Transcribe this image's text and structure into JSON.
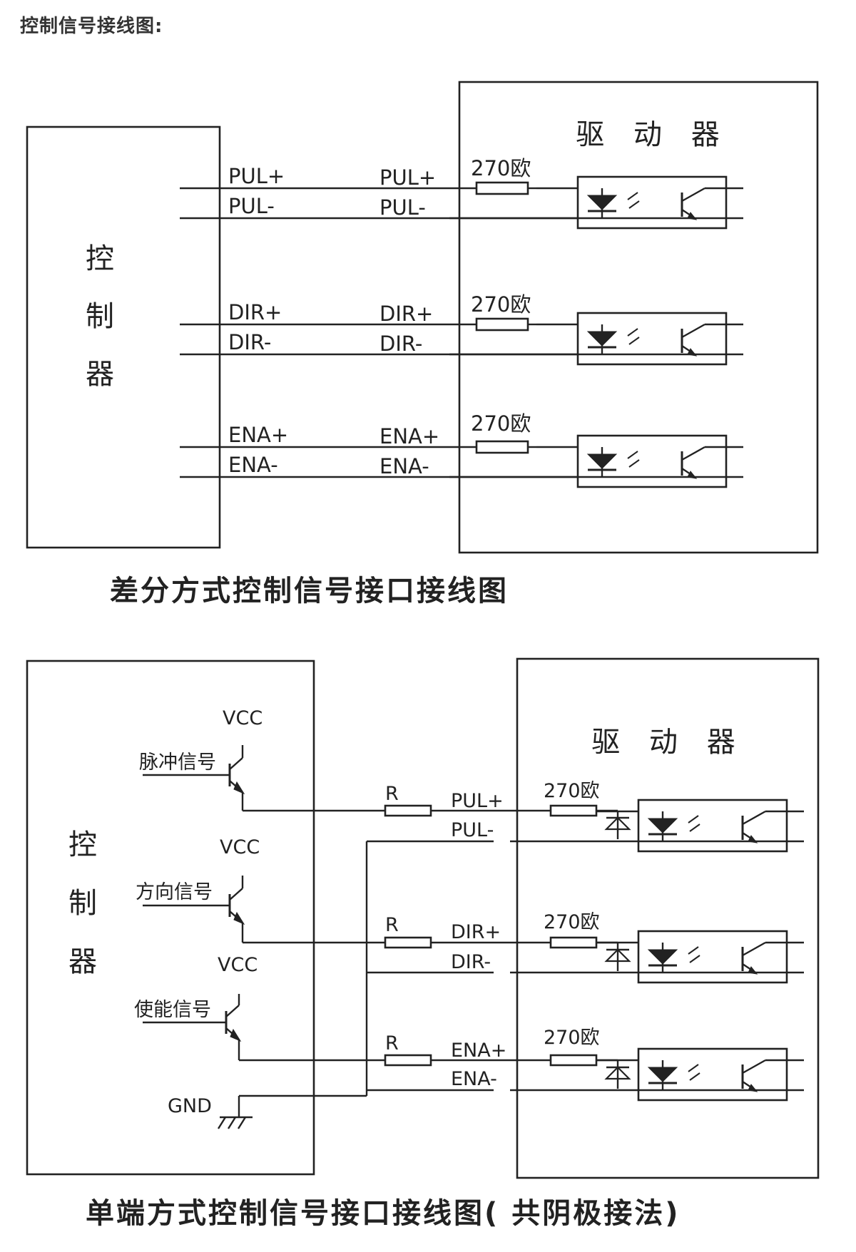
{
  "page_heading": "控制信号接线图:",
  "differential": {
    "controller_label": [
      "控",
      "制",
      "器"
    ],
    "driver_label": "驱 动 器",
    "channels": [
      {
        "controller_pos": "PUL+",
        "controller_neg": "PUL-",
        "driver_pos": "PUL+",
        "driver_neg": "PUL-",
        "resistor": "270欧"
      },
      {
        "controller_pos": "DIR+",
        "controller_neg": "DIR-",
        "driver_pos": "DIR+",
        "driver_neg": "DIR-",
        "resistor": "270欧"
      },
      {
        "controller_pos": "ENA+",
        "controller_neg": "ENA-",
        "driver_pos": "ENA+",
        "driver_neg": "ENA-",
        "resistor": "270欧"
      }
    ],
    "caption": "差分方式控制信号接口接线图"
  },
  "single_ended": {
    "controller_label": [
      "控",
      "制",
      "器"
    ],
    "driver_label": "驱 动 器",
    "gnd_label": "GND",
    "channels": [
      {
        "signal": "脉冲信号",
        "vcc": "VCC",
        "series_resistor": "R",
        "driver_pos": "PUL+",
        "driver_neg": "PUL-",
        "resistor": "270欧"
      },
      {
        "signal": "方向信号",
        "vcc": "VCC",
        "series_resistor": "R",
        "driver_pos": "DIR+",
        "driver_neg": "DIR-",
        "resistor": "270欧"
      },
      {
        "signal": "使能信号",
        "vcc": "VCC",
        "series_resistor": "R",
        "driver_pos": "ENA+",
        "driver_neg": "ENA-",
        "resistor": "270欧"
      }
    ],
    "caption": "单端方式控制信号接口接线图(  共阴极接法)"
  }
}
